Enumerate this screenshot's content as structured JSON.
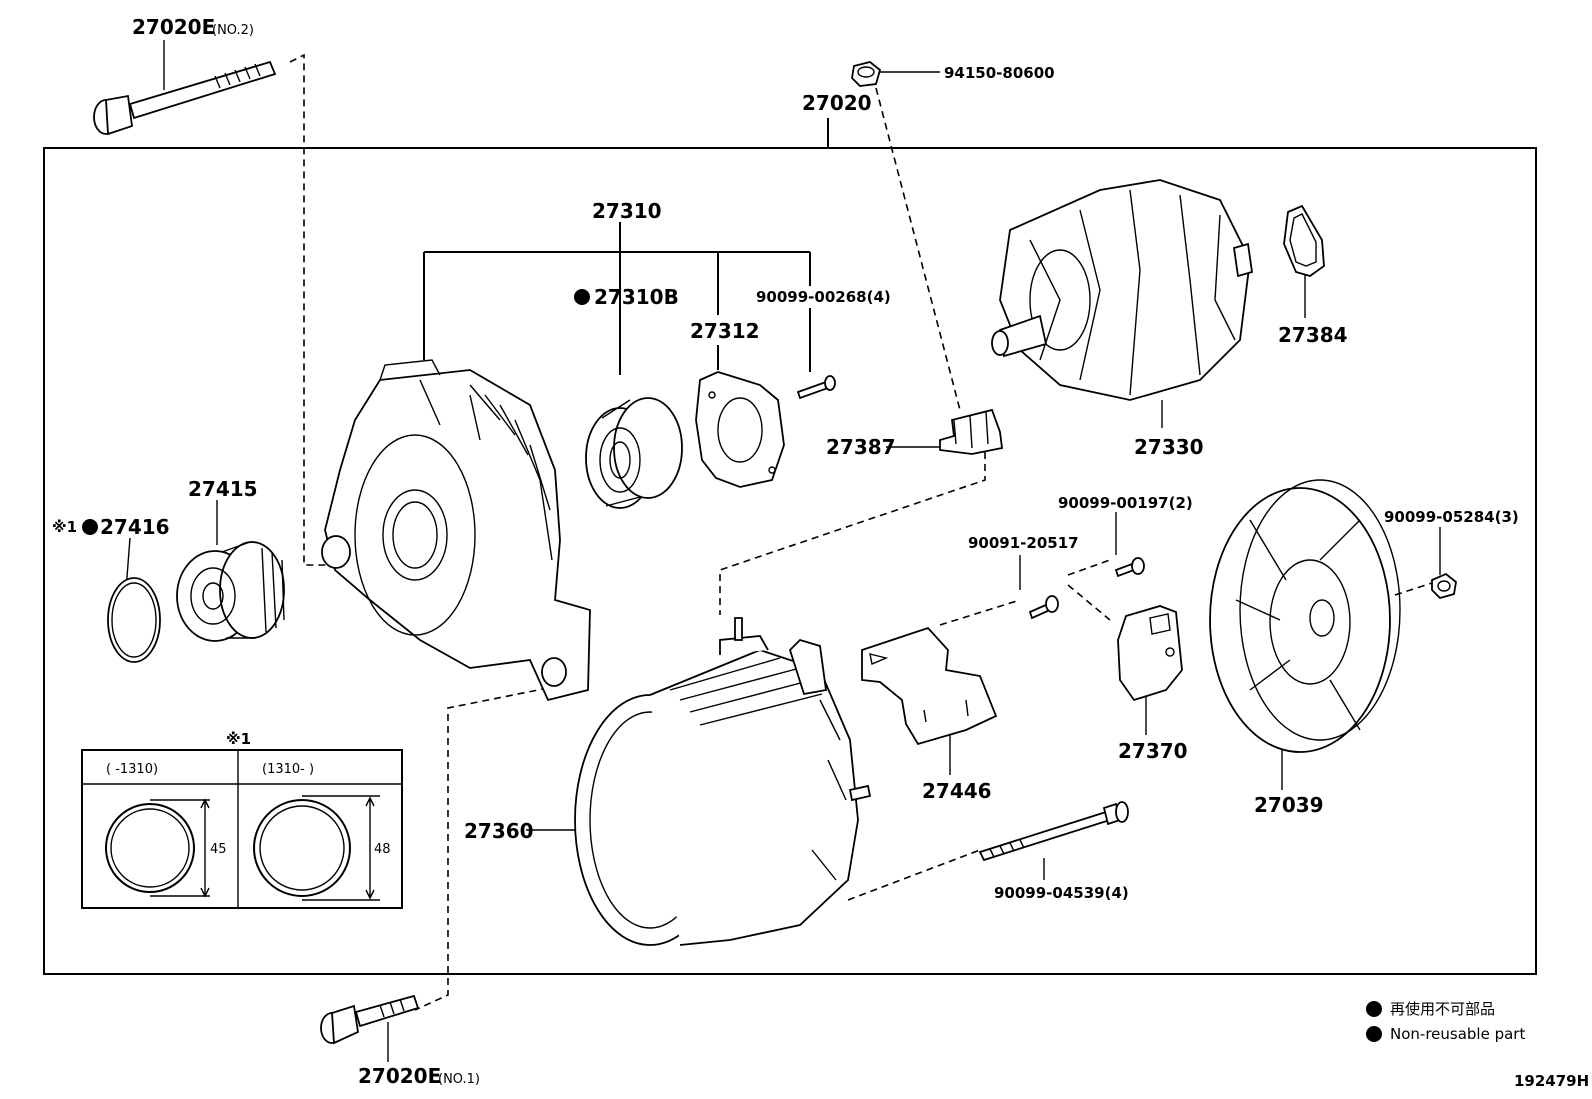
{
  "labels": {
    "bolt_no2": "27020E",
    "bolt_no2_suffix": "(NO.2)",
    "bolt_no1": "27020E",
    "bolt_no1_suffix": "(NO.1)",
    "nut_top": "94150-80600",
    "assembly": "27020",
    "frame_assy": "27310",
    "bearing": "27310B",
    "retainer": "27312",
    "screw_retainer": "90099-00268(4)",
    "rotor": "27330",
    "insulator": "27384",
    "terminal_insulator": "27387",
    "pulley": "27415",
    "cap_mark": "※1",
    "pulley_cap": "27416",
    "screw_27446": "90099-00197(2)",
    "screw_small": "90091-20517",
    "nut_cover": "90099-05284(3)",
    "brush_holder": "27370",
    "cover_plate": "27446",
    "rear_cover": "27039",
    "stator_frame": "27360",
    "through_bolt": "90099-04539(4)"
  },
  "inset": {
    "title": "※1",
    "col1_header": "(     -1310)",
    "col2_header": "(1310-      )",
    "col1_dim": "45",
    "col2_dim": "48"
  },
  "legend": {
    "jp": "再使用不可部品",
    "en": "Non-reusable part"
  },
  "illustration_id": "192479H"
}
